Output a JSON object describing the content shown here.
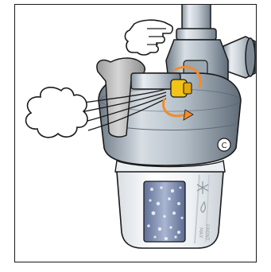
{
  "illustration": {
    "subject": "filter-valve-purge",
    "icons": [
      "hand-icon",
      "steam-puff-icon",
      "rotate-arrow-icon",
      "snowflake-icon",
      "droplet-icon",
      "brand-badge-icon"
    ],
    "colors": {
      "outline": "#1a1a1a",
      "metal_light": "#e3e8ec",
      "metal_mid": "#b9c3cb",
      "metal_dark": "#7d8a95",
      "bowl_clear": "#f4f6f8",
      "filter_cartridge": "#7f8fb2",
      "accent_arrow": "#f28c28",
      "valve_knob": "#f3c318"
    }
  },
  "labels": {
    "emboss_line_1": "FRONT",
    "emboss_line_2": "MAX",
    "brand_mark": "C"
  }
}
